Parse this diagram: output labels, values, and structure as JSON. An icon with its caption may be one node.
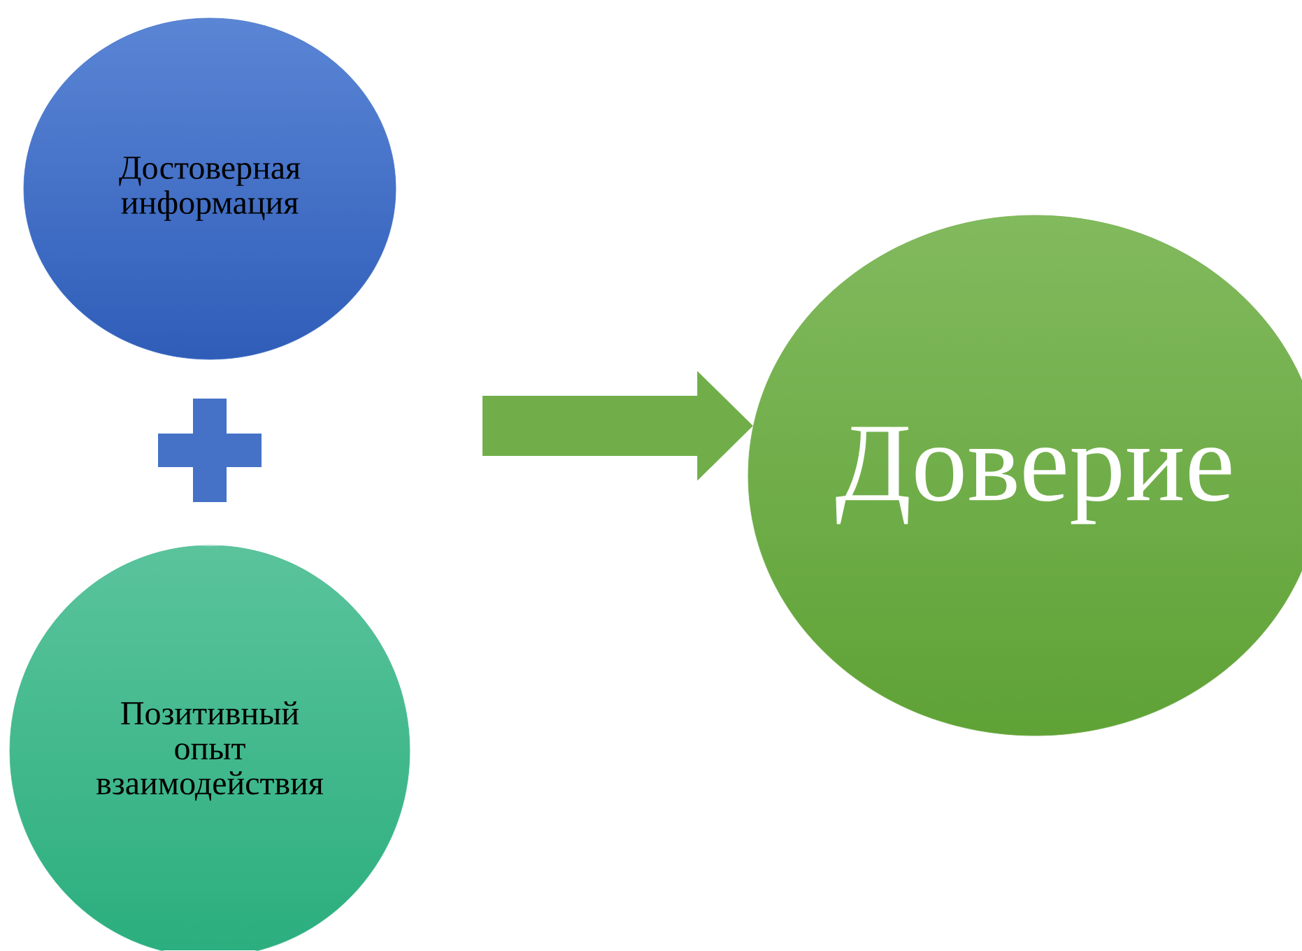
{
  "diagram": {
    "nodes": [
      {
        "text": [
          "Достоверная информация"
        ]
      },
      {
        "text": [],
        "shape": "plus"
      },
      {
        "text": [
          "Позитивный опыт взаимодействия"
        ]
      },
      {
        "text": [
          "Доверие"
        ]
      }
    ],
    "edges": [
      {
        "from": null,
        "to": 3,
        "arrow": "to"
      }
    ]
  }
}
